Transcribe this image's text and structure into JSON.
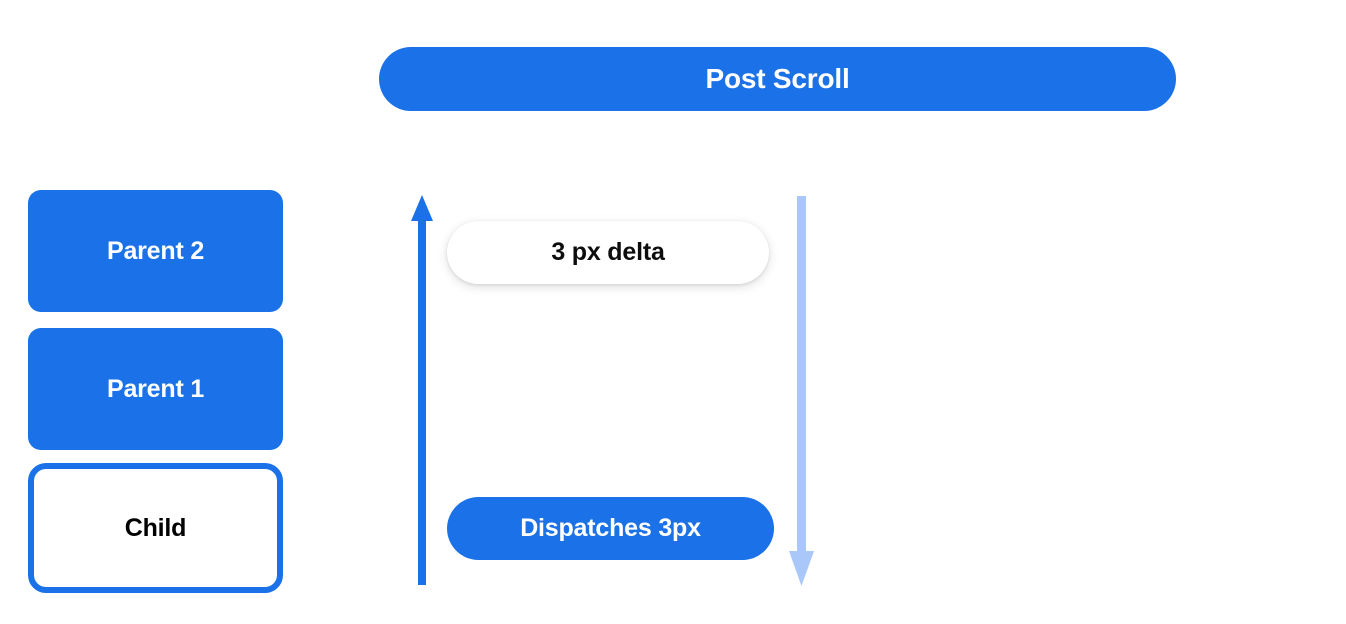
{
  "diagram": {
    "title": "Post Scroll",
    "header": {
      "label": "Post Scroll",
      "color": "#1b72e8"
    },
    "nodes": [
      {
        "id": "parent-2",
        "label": "Parent 2",
        "fill": "#1b72e8",
        "text_color": "#ffffff"
      },
      {
        "id": "parent-1",
        "label": "Parent 1",
        "fill": "#1b72e8",
        "text_color": "#ffffff"
      },
      {
        "id": "child",
        "label": "Child",
        "fill": "#ffffff",
        "border_color": "#1b72e8",
        "text_color": "#000000"
      }
    ],
    "arrows": [
      {
        "id": "scroll-up-arrow",
        "direction": "up",
        "color": "#1b72e8",
        "icon": "arrow-up-icon"
      },
      {
        "id": "scroll-down-arrow",
        "direction": "down",
        "color": "#a9c7f8",
        "icon": "arrow-down-icon"
      }
    ],
    "annotations": [
      {
        "id": "delta",
        "label": "3 px delta",
        "fill": "#ffffff",
        "text_color": "#0d0d0d"
      },
      {
        "id": "dispatch",
        "label": "Dispatches 3px",
        "fill": "#1b72e8",
        "text_color": "#ffffff"
      }
    ]
  }
}
